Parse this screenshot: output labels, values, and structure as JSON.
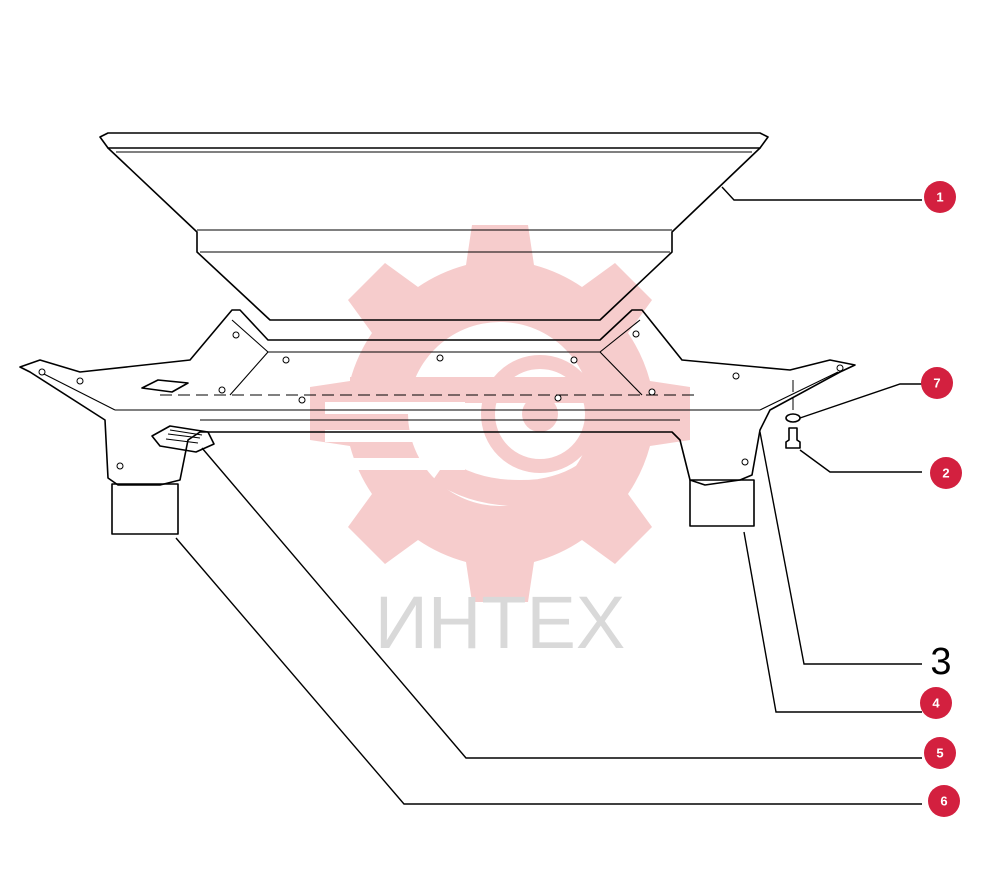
{
  "watermark": {
    "text": "ИНТЕХ",
    "gear_color": "#f6cccc",
    "text_color": "#d9d9d9"
  },
  "callout_color": "#d3203f",
  "callouts": [
    {
      "label": "1",
      "style": "badge"
    },
    {
      "label": "7",
      "style": "badge"
    },
    {
      "label": "2",
      "style": "badge"
    },
    {
      "label": "3",
      "style": "plain"
    },
    {
      "label": "4",
      "style": "badge"
    },
    {
      "label": "5",
      "style": "badge"
    },
    {
      "label": "6",
      "style": "badge"
    }
  ]
}
